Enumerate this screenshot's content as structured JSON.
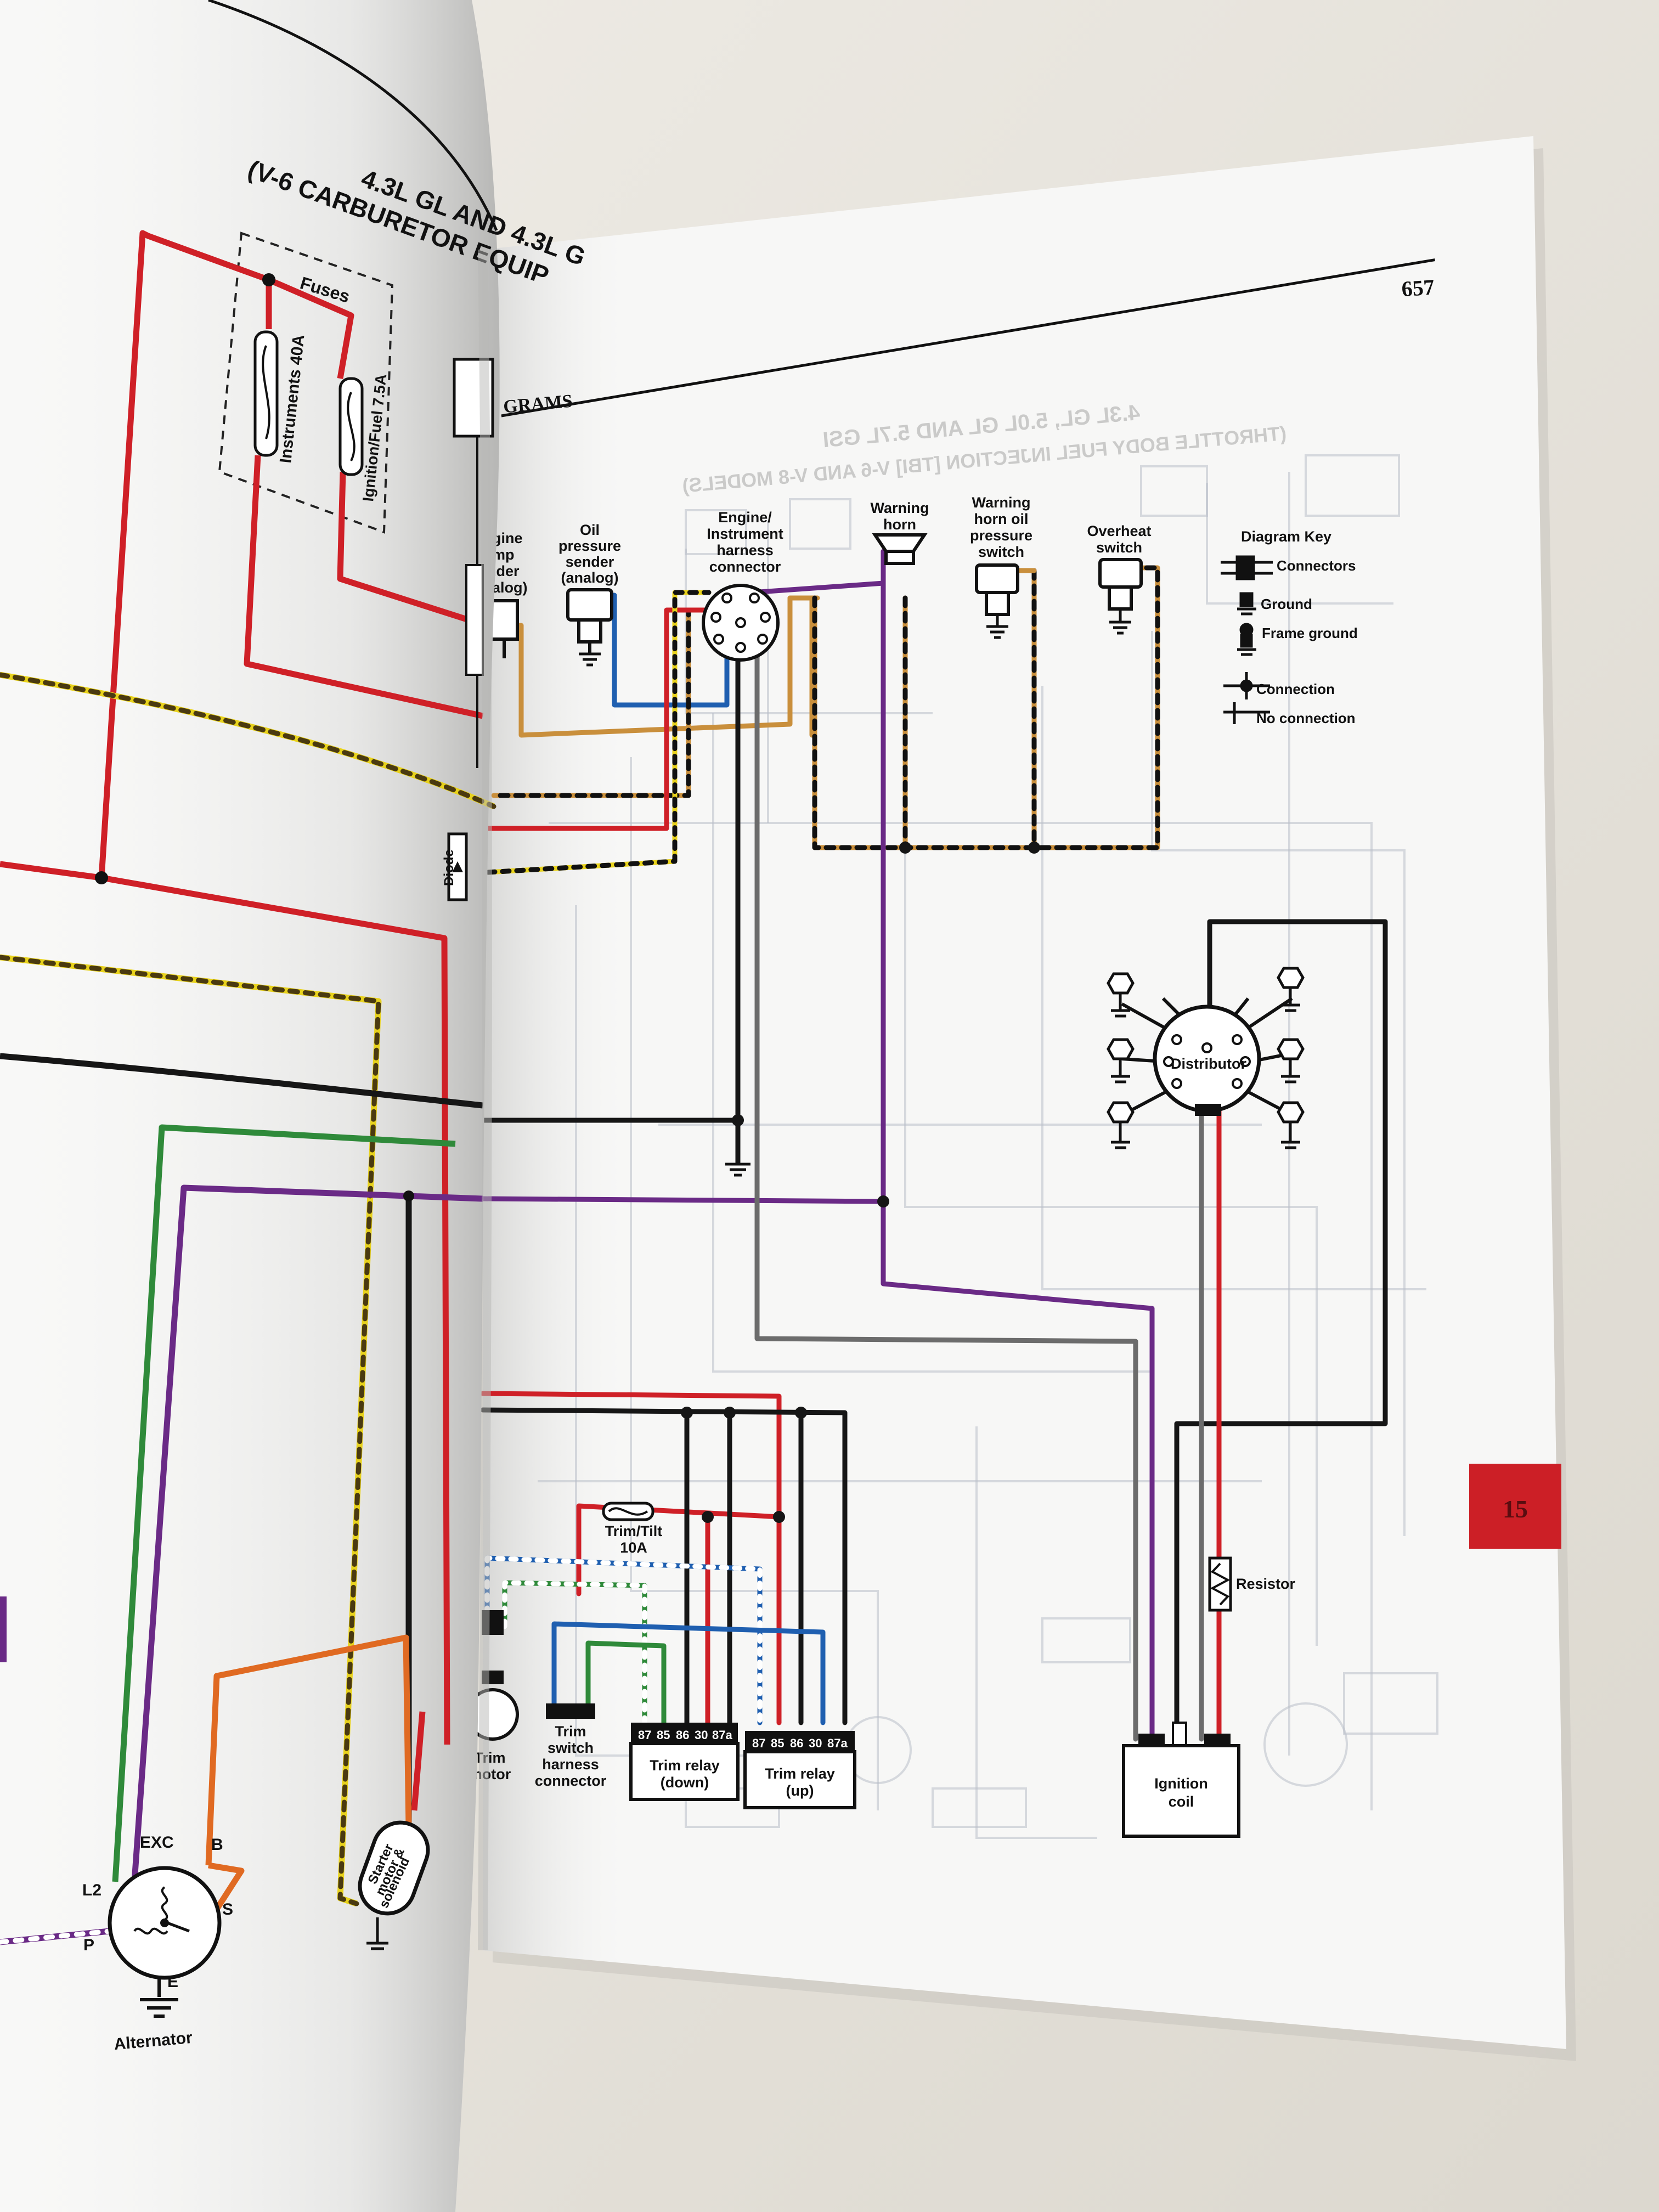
{
  "book": {
    "page_number": "657",
    "section_header": "GRAMS",
    "left_title_line1": "4.3L GL AND 4.3L G",
    "left_title_line2": "(V-6 CARBURETOR EQUIP",
    "mirrored_title_line1": "4.3L GL, 5.0L GL AND 5.7L GSI",
    "mirrored_title_line2": "(THROTTLE BODY FUEL INJECTION [TBI] V-6 AND V-8 MODELS)",
    "chapter_tab": "15"
  },
  "left_page": {
    "fuses_label": "Fuses",
    "fuse_instruments": "Instruments 40A",
    "fuse_ignition": "Ignition/Fuel 7.5A",
    "diode_label": "Diode",
    "alternator_label": "Alternator",
    "alt_exc": "EXC",
    "alt_l2": "L2",
    "alt_b": "B",
    "alt_s": "S",
    "alt_p": "P",
    "alt_e": "E",
    "starter_label_1": "Starter",
    "starter_label_2": "motor &",
    "starter_label_3": "solenoid"
  },
  "components": {
    "temp_sender": [
      "gine",
      "mp",
      "ıder",
      "alog)"
    ],
    "oil_sender": [
      "Oil",
      "pressure",
      "sender",
      "(analog)"
    ],
    "harness_connector": [
      "Engine/",
      "Instrument",
      "harness",
      "connector"
    ],
    "warning_horn": [
      "Warning",
      "horn"
    ],
    "warning_horn_switch": [
      "Warning",
      "horn oil",
      "pressure",
      "switch"
    ],
    "overheat_switch": [
      "Overheat",
      "switch"
    ],
    "distributor": "Distributor",
    "trim_fuse": [
      "Trim/Tilt",
      "10A"
    ],
    "trim_motor": [
      "Trim",
      "motor"
    ],
    "trim_switch_connector": [
      "Trim",
      "switch",
      "harness",
      "connector"
    ],
    "trim_relay_down": [
      "Trim relay",
      "(down)"
    ],
    "trim_relay_up": [
      "Trim relay",
      "(up)"
    ],
    "relay_pins": [
      "87",
      "85",
      "86",
      "30",
      "87a"
    ],
    "resistor": "Resistor",
    "ignition_coil": [
      "Ignition",
      "coil"
    ]
  },
  "diagram_key": {
    "title": "Diagram Key",
    "connectors": "Connectors",
    "ground": "Ground",
    "frame_ground": "Frame ground",
    "connection": "Connection",
    "no_connection": "No connection"
  },
  "colors": {
    "red": "#cf2027",
    "purple": "#6a2a86",
    "green": "#2f8a3a",
    "blue": "#1f5fb0",
    "orange": "#e06a22",
    "yellow": "#e8d21c",
    "tan": "#c98f3c",
    "gray": "#6c6c6c",
    "black": "#161616",
    "tab_red": "#cc1f26"
  }
}
